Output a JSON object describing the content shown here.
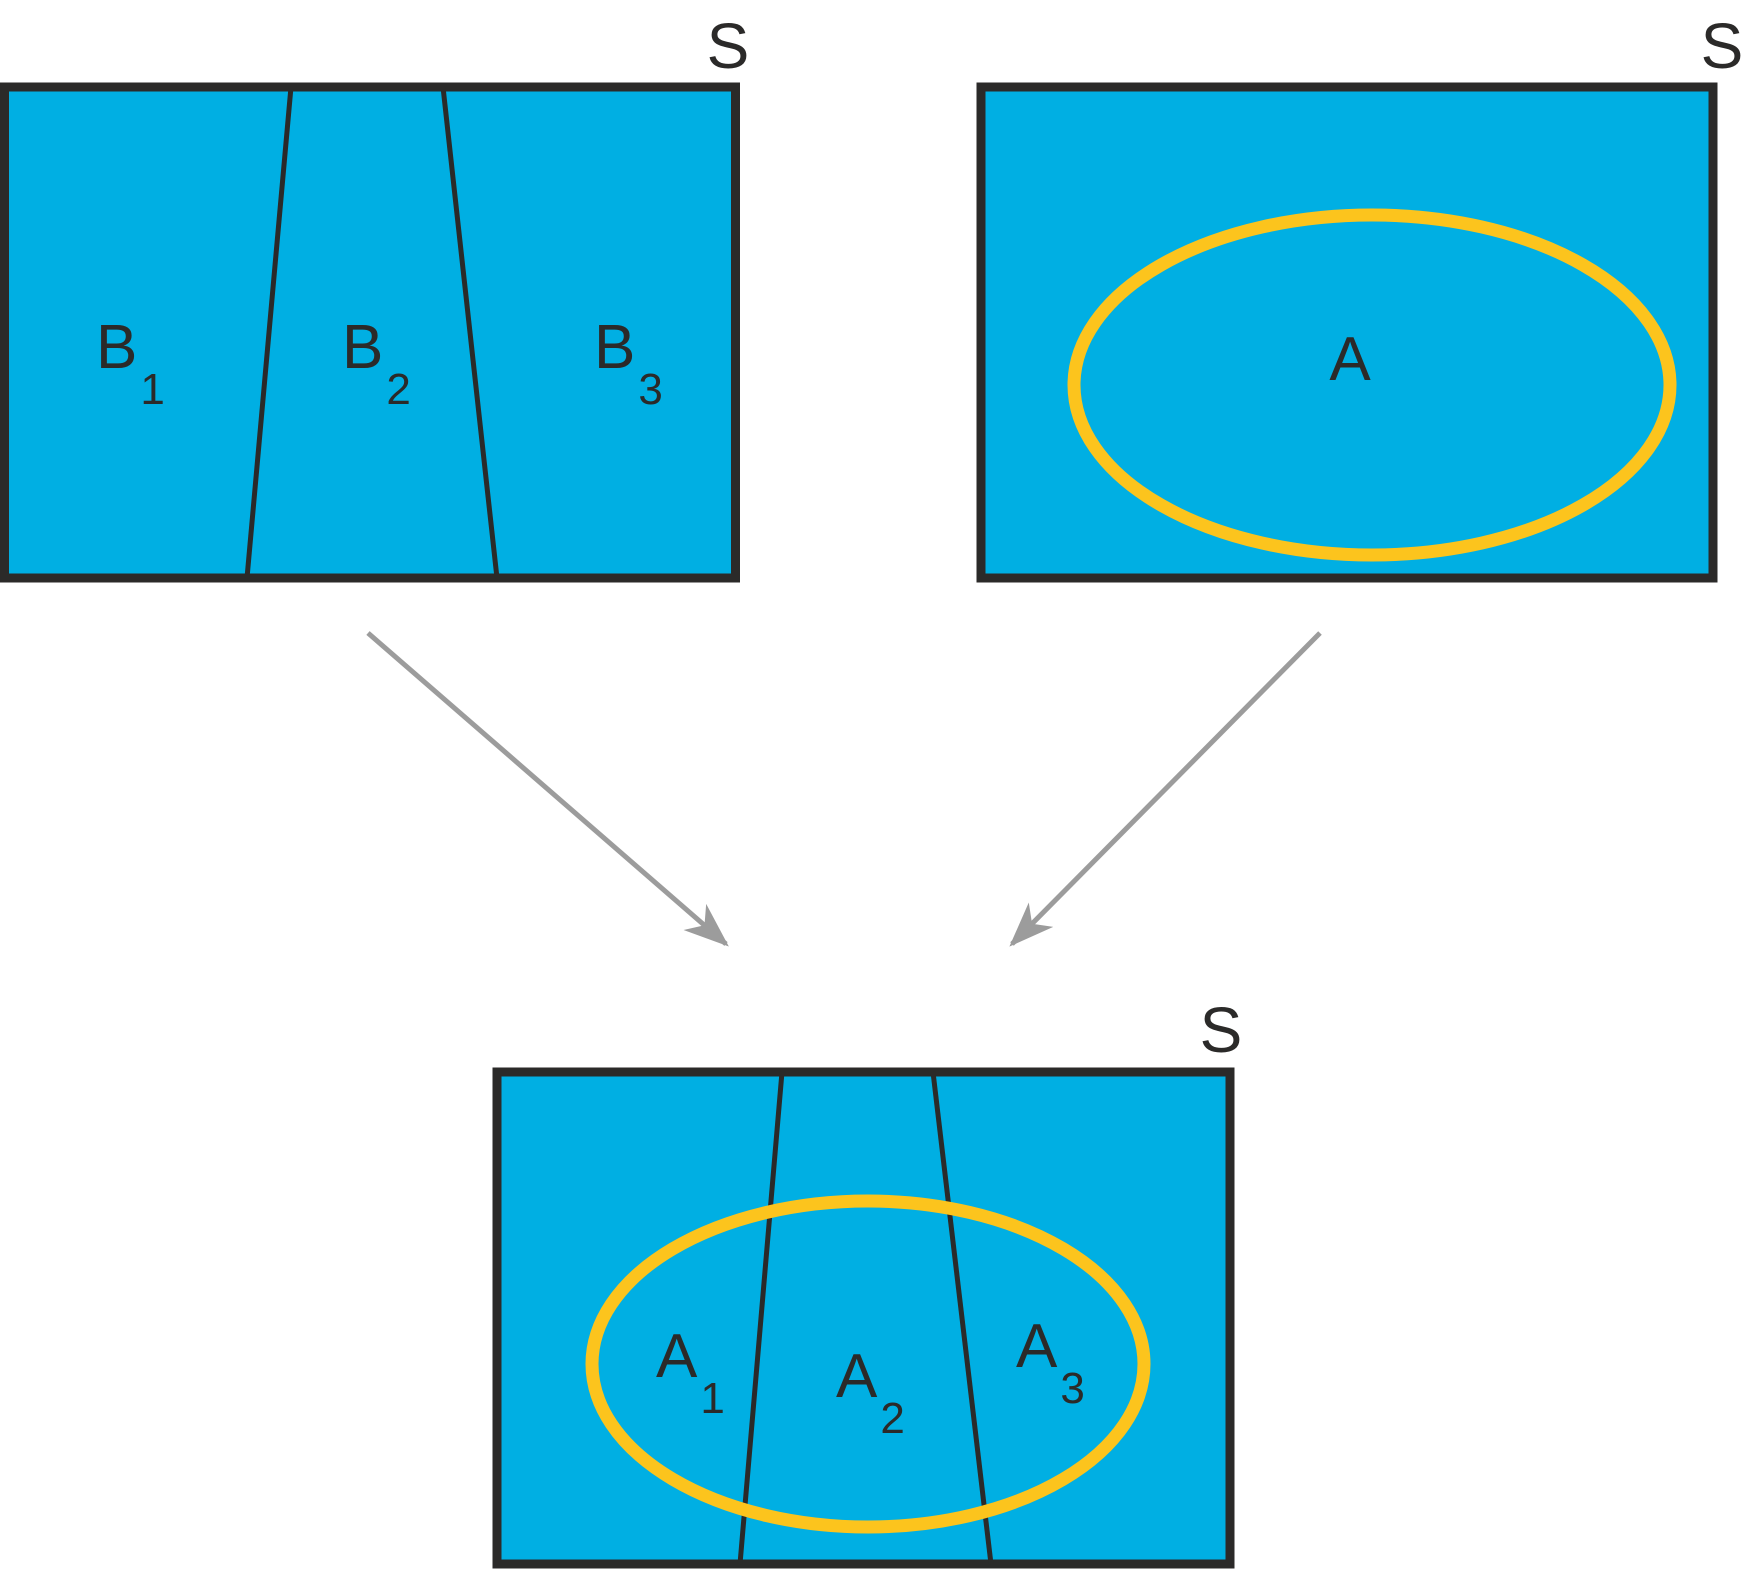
{
  "colors": {
    "region_fill": "#00AFE3",
    "outline": "#2B2A29",
    "ellipse_stroke": "#FCC41D",
    "arrow": "#9C9C9C",
    "background": "#FFFFFF"
  },
  "partition_panel": {
    "space_label": "S",
    "regions": [
      {
        "base": "B",
        "sub": "1"
      },
      {
        "base": "B",
        "sub": "2"
      },
      {
        "base": "B",
        "sub": "3"
      }
    ]
  },
  "event_panel": {
    "space_label": "S",
    "event_label": "A"
  },
  "intersection_panel": {
    "space_label": "S",
    "regions": [
      {
        "base": "A",
        "sub": "1"
      },
      {
        "base": "A",
        "sub": "2"
      },
      {
        "base": "A",
        "sub": "3"
      }
    ]
  }
}
